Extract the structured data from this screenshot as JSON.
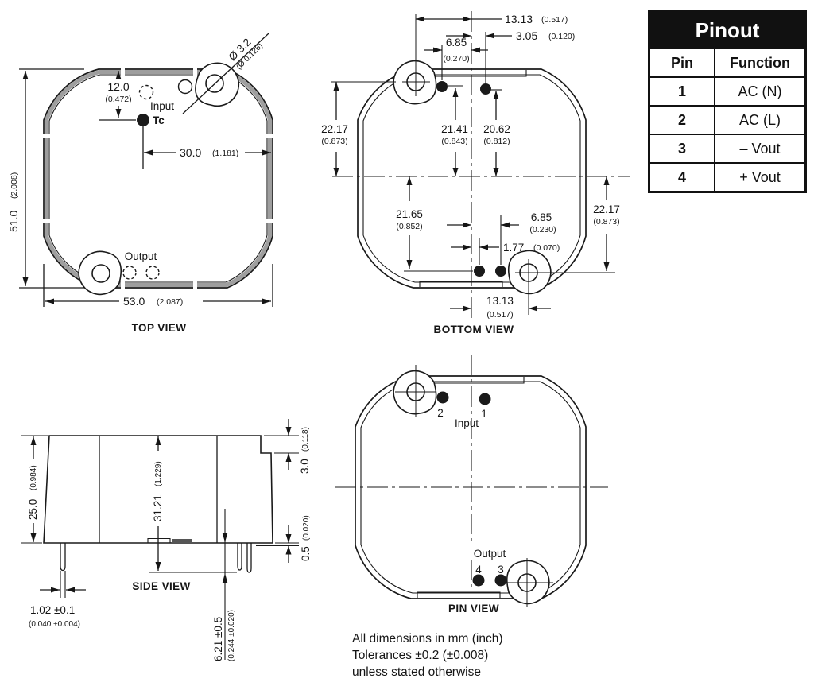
{
  "top_view": {
    "caption": "TOP VIEW",
    "labels": {
      "input": "Input",
      "tc": "Tc",
      "output": "Output"
    },
    "dims": {
      "height_mm": "51.0",
      "height_in": "(2.008)",
      "width_mm": "53.0",
      "width_in": "(2.087)",
      "tc_y_mm": "12.0",
      "tc_y_in": "(0.472)",
      "tc_x_mm": "30.0",
      "tc_x_in": "(1.181)",
      "hole_mm": "Ø 3.2",
      "hole_in": "(Ø 0.126)"
    }
  },
  "bottom_view": {
    "caption": "BOTTOM VIEW",
    "dims": {
      "top_hole_mm": "13.13",
      "top_hole_in": "(0.517)",
      "pin1_x_mm": "3.05",
      "pin1_x_in": "(0.120)",
      "pin2_x_mm": "6.85",
      "pin2_x_in": "(0.270)",
      "left_mm": "22.17",
      "left_in": "(0.873)",
      "pin2_y_mm": "21.41",
      "pin2_y_in": "(0.843)",
      "pin1_y_mm": "20.62",
      "pin1_y_in": "(0.812)",
      "pin4_y_mm": "21.65",
      "pin4_y_in": "(0.852)",
      "pin3_x_mm": "6.85",
      "pin3_x_in": "(0.230)",
      "pin4_x_mm": "1.77",
      "pin4_x_in": "(0.070)",
      "right_mm": "22.17",
      "right_in": "(0.873)",
      "bot_hole_mm": "13.13",
      "bot_hole_in": "(0.517)"
    }
  },
  "side_view": {
    "caption": "SIDE VIEW",
    "dims": {
      "body_h_mm": "25.0",
      "body_h_in": "(0.984)",
      "total_h_mm": "31.21",
      "total_h_in": "(1.229)",
      "step_mm": "3.0",
      "step_in": "(0.118)",
      "standoff_mm": "0.5",
      "standoff_in": "(0.020)",
      "pin_dia_mm": "1.02 ±0.1",
      "pin_dia_in": "(0.040 ±0.004)",
      "pin_len_mm": "6.21 ±0.5",
      "pin_len_in": "(0.244 ±0.020)"
    }
  },
  "pin_view": {
    "caption": "PIN VIEW",
    "labels": {
      "input": "Input",
      "output": "Output",
      "pin1": "1",
      "pin2": "2",
      "pin3": "3",
      "pin4": "4"
    }
  },
  "pinout": {
    "title": "Pinout",
    "columns": [
      "Pin",
      "Function"
    ],
    "rows": [
      {
        "pin": "1",
        "function": "AC (N)"
      },
      {
        "pin": "2",
        "function": "AC (L)"
      },
      {
        "pin": "3",
        "function": "– Vout"
      },
      {
        "pin": "4",
        "function": "+ Vout"
      }
    ]
  },
  "notes": {
    "line1": "All dimensions in mm (inch)",
    "line2": "Tolerances ±0.2 (±0.008)",
    "line3": "unless stated otherwise"
  }
}
